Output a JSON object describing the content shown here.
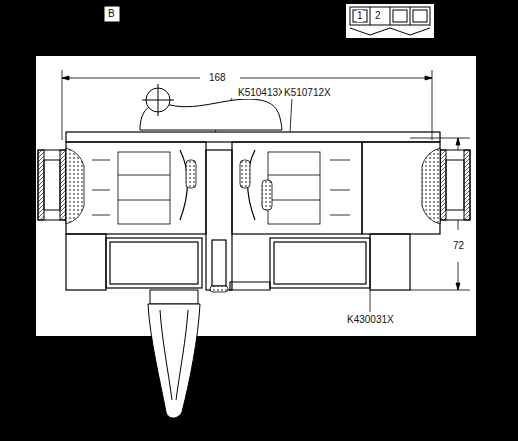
{
  "diagram": {
    "labels": [
      "B",
      "1",
      "2",
      "168",
      "K510413X",
      "K510712X",
      "72",
      "K430031X"
    ]
  }
}
